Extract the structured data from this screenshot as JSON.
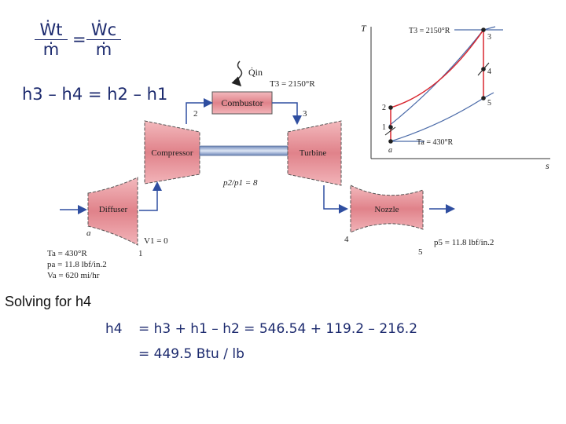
{
  "equations": {
    "ratio": {
      "lhs_num": "Ẇt",
      "den": "ṁ",
      "eq": "=",
      "rhs_num": "Ẇc"
    },
    "energy_balance": "h3 – h4 = h2 – h1",
    "solve_caption": "Solving for h4",
    "solution_lhs": "h4",
    "solution_line1": "= h3 + h1 – h2 = 546.54 + 119.2 – 216.2",
    "solution_line2": "= 449.5 Btu / lb"
  },
  "schematic": {
    "heat_in": "Q̇in",
    "t3_combustor": "T3 = 2150°R",
    "combustor": "Combustor",
    "compressor": "Compressor",
    "turbine": "Turbine",
    "diffuser": "Diffuser",
    "nozzle": "Nozzle",
    "pressure_ratio": "p2/p1 = 8",
    "state_2": "2",
    "state_3": "3",
    "state_4": "4",
    "state_5": "5",
    "state_1": "1",
    "state_a": "a",
    "v1": "V1 = 0",
    "inlet": [
      "Ta = 430°R",
      "pa = 11.8 lbf/in.2",
      "Va = 620 mi/hr"
    ],
    "p5": "p5 = 11.8 lbf/in.2"
  },
  "ts_diagram": {
    "y_axis": "T",
    "x_axis": "s",
    "t3_label": "T3 = 2150°R",
    "ta_label": "Ta = 430°R",
    "points": [
      "3",
      "4",
      "5",
      "2",
      "1",
      "a"
    ]
  },
  "colors": {
    "equation_blue": "#1c2a6e",
    "component_red": "#e3878e",
    "cycle_red": "#d8262e",
    "isobar_blue": "#4a6aa8",
    "arrow_blue": "#2f4ea0"
  }
}
